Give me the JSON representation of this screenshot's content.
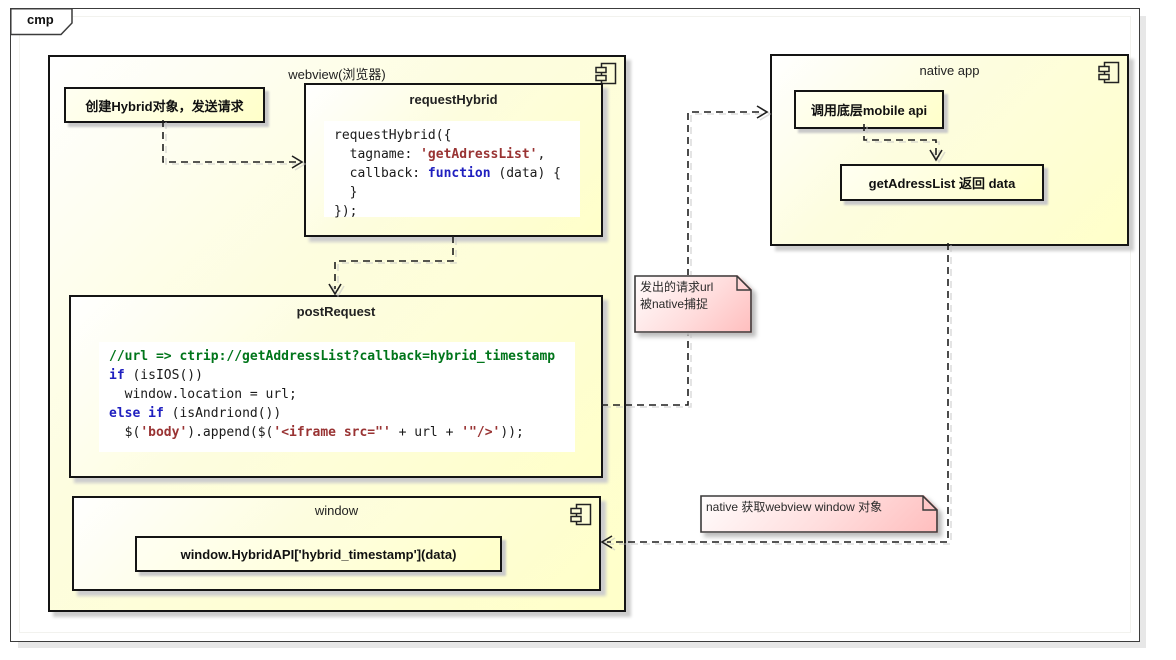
{
  "frame": {
    "tab_label": "cmp"
  },
  "palette": {
    "component_fill": "#ffffc9",
    "note_fill": "#ffbdbd",
    "code_keyword": "#1f1fbf",
    "code_string": "#993333",
    "code_comment": "#00751a",
    "border": "#141414"
  },
  "webview": {
    "title": "webview(浏览器)",
    "create_box_label": "创建Hybrid对象，发送请求",
    "request_hybrid": {
      "title": "requestHybrid",
      "code": [
        [
          {
            "t": "requestHybrid({",
            "c": "p"
          }
        ],
        [
          {
            "t": "  tagname: ",
            "c": "p"
          },
          {
            "t": "'getAdressList'",
            "c": "s"
          },
          {
            "t": ",",
            "c": "p"
          }
        ],
        [
          {
            "t": "  callback: ",
            "c": "p"
          },
          {
            "t": "function",
            "c": "k"
          },
          {
            "t": " (data) {",
            "c": "p"
          }
        ],
        [
          {
            "t": "  }",
            "c": "p"
          }
        ],
        [
          {
            "t": "});",
            "c": "p"
          }
        ]
      ]
    },
    "post_request": {
      "title": "postRequest",
      "code": [
        [
          {
            "t": "//url => ctrip://getAddressList?callback=hybrid_timestamp",
            "c": "c"
          }
        ],
        [
          {
            "t": "if",
            "c": "k"
          },
          {
            "t": " (isIOS())",
            "c": "p"
          }
        ],
        [
          {
            "t": "  window.location = url;",
            "c": "p"
          }
        ],
        [
          {
            "t": "else if",
            "c": "k"
          },
          {
            "t": " (isAndriond())",
            "c": "p"
          }
        ],
        [
          {
            "t": "  $(",
            "c": "p"
          },
          {
            "t": "'body'",
            "c": "s"
          },
          {
            "t": ").append($(",
            "c": "p"
          },
          {
            "t": "'<iframe src=\"'",
            "c": "s"
          },
          {
            "t": " + url + ",
            "c": "p"
          },
          {
            "t": "'\"/>'",
            "c": "s"
          },
          {
            "t": "));",
            "c": "p"
          }
        ]
      ]
    },
    "window_component": {
      "title": "window",
      "api_box_label": "window.HybridAPI['hybrid_timestamp'](data)"
    }
  },
  "native_app": {
    "title": "native app",
    "call_box_label": "调用底层mobile api",
    "return_box_label": "getAdressList 返回 data"
  },
  "notes": {
    "request_url": {
      "lines": [
        "发出的请求url",
        "被native捕捉"
      ]
    },
    "native_window": {
      "lines": [
        "native 获取webview window 对象"
      ]
    }
  }
}
